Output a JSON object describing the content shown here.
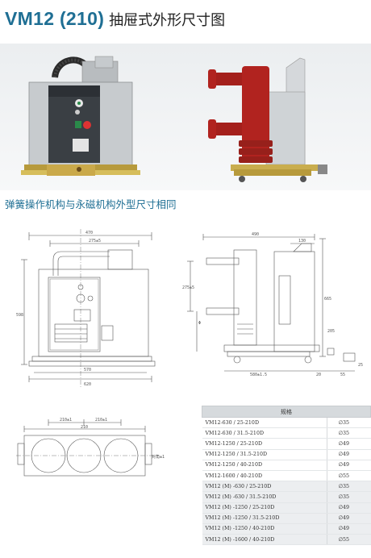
{
  "header": {
    "model": "VM12 (210)",
    "title_cn": "抽屉式外形尺寸图"
  },
  "subtitle": "弹簧操作机构与永磁机构外型尺寸相同",
  "drawings": {
    "front_view": {
      "dims_top": [
        "470",
        "275±5"
      ],
      "dims_left": [
        "598"
      ],
      "dims_bottom": [
        "570",
        "620"
      ]
    },
    "side_view": {
      "dims_top": [
        "490",
        "130"
      ],
      "dims_left": [
        "275±5",
        "Φ"
      ],
      "dims_right": [
        "665",
        "205"
      ],
      "dims_bottom": [
        "580±1.5",
        "20",
        "55",
        "25"
      ]
    },
    "plan_view": {
      "dims_top": [
        "210±1",
        "210±1"
      ],
      "dims_right": [
        "对角±1"
      ],
      "dims_center": [
        "210"
      ]
    }
  },
  "spec_table": {
    "header": "规格",
    "rows": [
      {
        "model": "VM12-630 / 25-210D",
        "dia": "35"
      },
      {
        "model": "VM12-630 / 31.5-210D",
        "dia": "35"
      },
      {
        "model": "VM12-1250 / 25-210D",
        "dia": "49"
      },
      {
        "model": "VM12-1250 / 31.5-210D",
        "dia": "49"
      },
      {
        "model": "VM12-1250 / 40-210D",
        "dia": "49"
      },
      {
        "model": "VM12-1600 / 40-210D",
        "dia": "55"
      },
      {
        "model": "VM12 (M) -630 / 25-210D",
        "dia": "35"
      },
      {
        "model": "VM12 (M) -630 / 31.5-210D",
        "dia": "35"
      },
      {
        "model": "VM12 (M) -1250 / 25-210D",
        "dia": "49"
      },
      {
        "model": "VM12 (M) -1250 / 31.5-210D",
        "dia": "49"
      },
      {
        "model": "VM12 (M) -1250 / 40-210D",
        "dia": "49"
      },
      {
        "model": "VM12 (M) -1600 / 40-210D",
        "dia": "55"
      }
    ]
  }
}
